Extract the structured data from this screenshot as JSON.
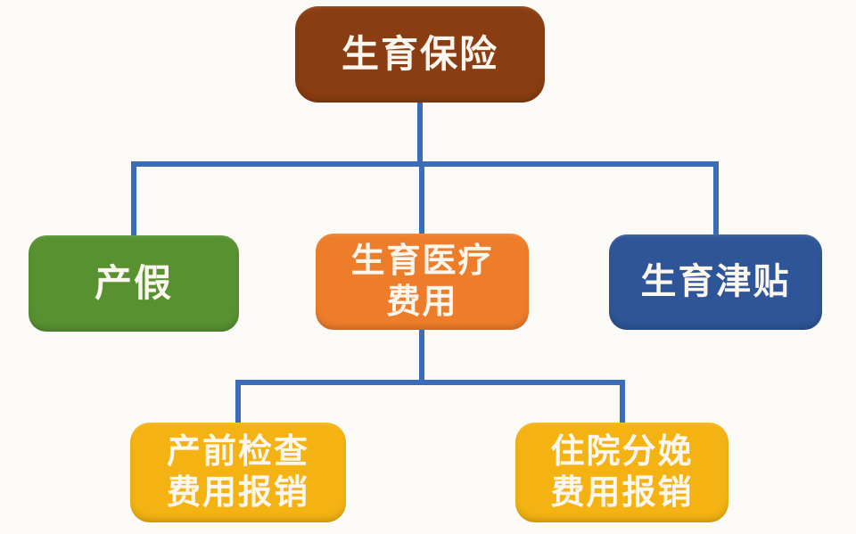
{
  "diagram": {
    "type": "tree",
    "connector_color": "#3A6CB8",
    "text_color": "#FCF7EE",
    "background_color": "#FBFAF7",
    "nodes": {
      "root": {
        "label": "生育保险",
        "color": "#8A3D12"
      },
      "maternity_leave": {
        "label": "产假",
        "color": "#579130"
      },
      "medical_expense": {
        "line1": "生育医疗",
        "line2": "费用",
        "color": "#EE7D2B"
      },
      "maternity_allowance": {
        "label": "生育津贴",
        "color": "#2E5597"
      },
      "prenatal_checkup": {
        "line1": "产前检查",
        "line2": "费用报销",
        "color": "#F4B313"
      },
      "hospital_delivery": {
        "line1": "住院分娩",
        "line2": "费用报销",
        "color": "#F4B313"
      }
    },
    "edges": [
      {
        "from": "root",
        "to": "maternity_leave"
      },
      {
        "from": "root",
        "to": "medical_expense"
      },
      {
        "from": "root",
        "to": "maternity_allowance"
      },
      {
        "from": "medical_expense",
        "to": "prenatal_checkup"
      },
      {
        "from": "medical_expense",
        "to": "hospital_delivery"
      }
    ]
  }
}
